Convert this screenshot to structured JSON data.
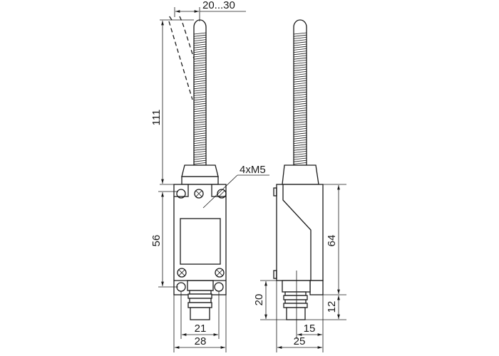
{
  "title": "Limit switch with spring rod actuator - dimensional drawing",
  "dimensions": {
    "deflection": "20...30",
    "rod_height": "111",
    "mount_hole_spacing_vertical": "56",
    "mount_hole_spacing_horizontal": "21",
    "body_width": "28",
    "screws": "4xM5",
    "body_height_side": "64",
    "plunger_offset": "12",
    "plunger_height": "20",
    "plunger_center": "15",
    "body_depth": "25"
  }
}
